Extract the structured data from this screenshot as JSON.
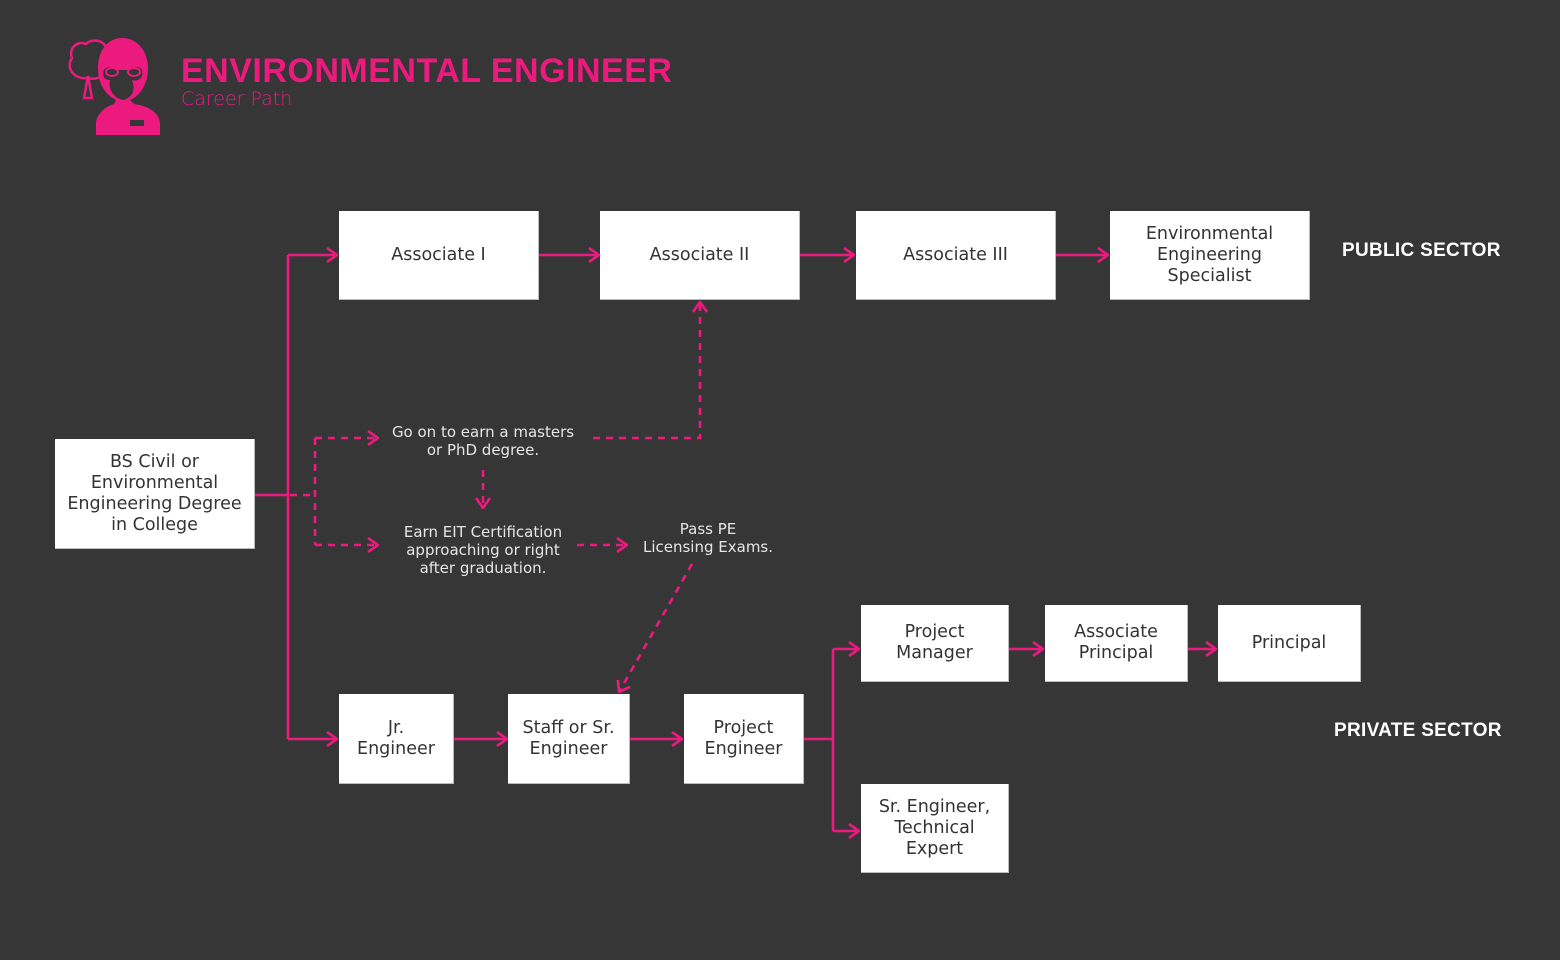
{
  "header": {
    "title": "ENVIRONMENTAL ENGINEER",
    "subtitle": "Career Path",
    "icon": "engineer-with-tree-icon"
  },
  "colors": {
    "accent": "#ec1a7f",
    "background": "#363636",
    "box": "#ffffff",
    "box_text": "#333333",
    "note_text": "#e6e6e6"
  },
  "start": {
    "label": "BS Civil or\nEnvironmental\nEngineering Degree\nin College"
  },
  "public_sector": {
    "label": "PUBLIC SECTOR",
    "steps": [
      {
        "label": "Associate I"
      },
      {
        "label": "Associate II"
      },
      {
        "label": "Associate III"
      },
      {
        "label": "Environmental\nEngineering\nSpecialist"
      }
    ]
  },
  "private_sector": {
    "label": "PRIVATE SECTOR",
    "steps": [
      {
        "label": "Jr.\nEngineer"
      },
      {
        "label": "Staff or Sr.\nEngineer"
      },
      {
        "label": "Project\nEngineer"
      }
    ],
    "upper_branch": [
      {
        "label": "Project\nManager"
      },
      {
        "label": "Associate\nPrincipal"
      },
      {
        "label": "Principal"
      }
    ],
    "lower_branch": [
      {
        "label": "Sr. Engineer,\nTechnical\nExpert"
      }
    ]
  },
  "optional_steps": {
    "masters": "Go on to earn a masters\nor PhD degree.",
    "eit": "Earn EIT Certification\napproaching or right\nafter graduation.",
    "pe": "Pass PE\nLicensing Exams."
  }
}
